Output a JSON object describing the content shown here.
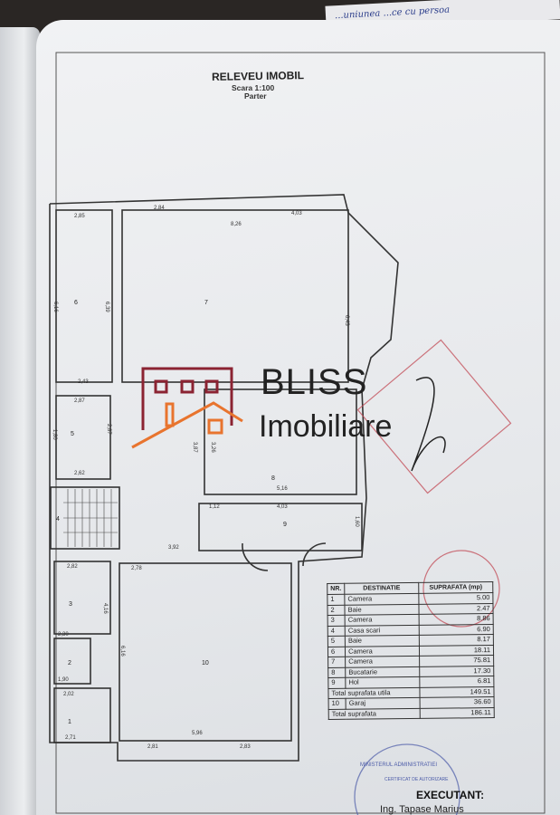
{
  "document": {
    "title": "RELEVEU IMOBIL",
    "scale": "Scara 1:100",
    "level": "Parter",
    "handwritten_note": "...uniunea ...ce cu persoa",
    "executant_label": "EXECUTANT:",
    "executant_name": "Ing. Tapase Marius",
    "stamp_text": "CERTIFICAT DE AUTORIZARE",
    "stamp_ring": "MINISTERUL ADMINISTRATIEI",
    "watermark": {
      "line1": "BLISS",
      "line2": "Imobiliare"
    }
  },
  "plan": {
    "rooms": [
      "1",
      "2",
      "3",
      "4",
      "5",
      "6",
      "7",
      "8",
      "9",
      "10"
    ],
    "dimensions": [
      "2,85",
      "2,84",
      "4,03",
      "8,26",
      "6,16",
      "6,39",
      "6,43",
      "2,43",
      "2,87",
      "2,87",
      "1,80",
      "2,62",
      "3,87",
      "3,26",
      "5,16",
      "1,12",
      "4,03",
      "1,60",
      "3,92",
      "2,82",
      "2,78",
      "4,16",
      "2,30",
      "1,90",
      "2,02",
      "2,71",
      "6,16",
      "5,96",
      "2,81",
      "2,83"
    ]
  },
  "table": {
    "headers": {
      "nr": "NR.",
      "destinatie": "DESTINATIE",
      "suprafata": "SUPRAFATA (mp)"
    },
    "rows": [
      {
        "nr": "1",
        "name": "Camera",
        "area": "5.00"
      },
      {
        "nr": "2",
        "name": "Baie",
        "area": "2.47"
      },
      {
        "nr": "3",
        "name": "Camera",
        "area": "8.86"
      },
      {
        "nr": "4",
        "name": "Casa scari",
        "area": "6.90"
      },
      {
        "nr": "5",
        "name": "Baie",
        "area": "8.17"
      },
      {
        "nr": "6",
        "name": "Camera",
        "area": "18.11"
      },
      {
        "nr": "7",
        "name": "Camera",
        "area": "75.81"
      },
      {
        "nr": "8",
        "name": "Bucatarie",
        "area": "17.30"
      },
      {
        "nr": "9",
        "name": "Hol",
        "area": "6.81"
      }
    ],
    "total_util_label": "Total suprafata utila",
    "total_util": "149.51",
    "garage": {
      "nr": "10",
      "name": "Garaj",
      "area": "36.60"
    },
    "total_label": "Total suprafata",
    "total": "186.11"
  }
}
